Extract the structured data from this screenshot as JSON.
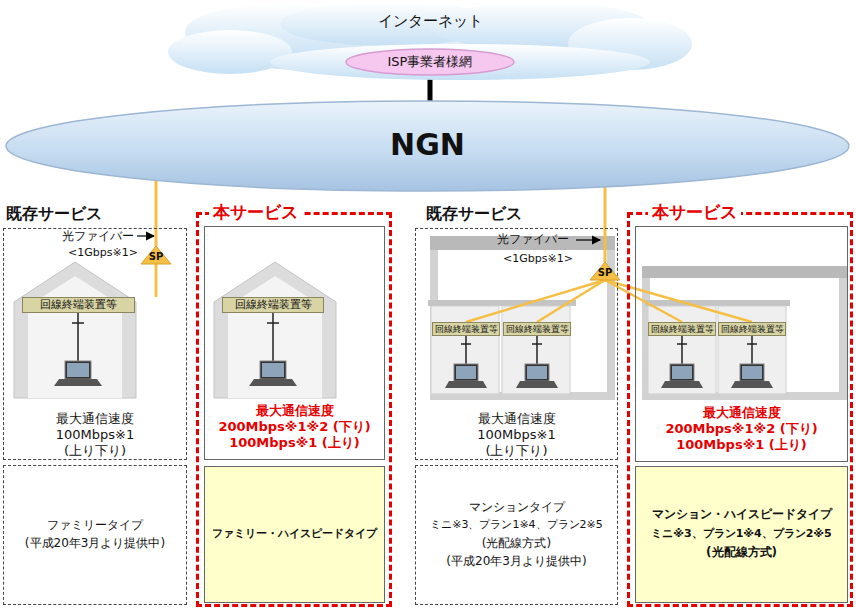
{
  "diagram": {
    "nodes": [
      {
        "text": [
          "インターネット"
        ]
      },
      {
        "text": [
          "ISP事業者様網"
        ],
        "in": 0
      },
      {
        "text": [
          "NGN"
        ]
      },
      {
        "text": [
          "既存サービス",
          "最大通信速度",
          "100Mbps※1",
          "(上り下り)"
        ]
      },
      {
        "text": [
          "回線終端装置等"
        ],
        "in": 3
      },
      {
        "text": [
          "ファミリータイプ",
          "(平成20年3月より提供中)"
        ]
      },
      {
        "text": [
          "本サービス"
        ]
      },
      {
        "text": [
          "最大通信速度",
          "200Mbps※1※2 (下り)",
          "100Mbps※1 (上り)"
        ],
        "in": 6
      },
      {
        "text": [
          "回線終端装置等"
        ],
        "in": 7
      },
      {
        "text": [
          "ファミリー・ハイスピードタイプ"
        ],
        "in": 6
      },
      {
        "text": [
          "SP"
        ]
      },
      {
        "text": [
          "既存サービス",
          "最大通信速度",
          "100Mbps※1",
          "(上り下り)"
        ]
      },
      {
        "text": [
          "回線終端装置等"
        ],
        "in": 11
      },
      {
        "text": [
          "回線終端装置等"
        ],
        "in": 11
      },
      {
        "text": [
          "マンションタイプ",
          "ミニ※3、プラン1※4、プラン2※5",
          "(光配線方式)",
          "(平成20年3月より提供中)"
        ]
      },
      {
        "text": [
          "本サービス"
        ]
      },
      {
        "text": [
          "最大通信速度",
          "200Mbps※1※2 (下り)",
          "100Mbps※1 (上り)"
        ],
        "in": 15
      },
      {
        "text": [
          "回線終端装置等"
        ],
        "in": 16
      },
      {
        "text": [
          "回線終端装置等"
        ],
        "in": 16
      },
      {
        "text": [
          "マンション・ハイスピードタイプ",
          "ミニ※3、プラン1※4、プラン2※5",
          "(光配線方式)"
        ],
        "in": 15
      },
      {
        "text": [
          "SP"
        ]
      }
    ],
    "edges": [
      {
        "from": 1,
        "to": 2,
        "arrow": "none"
      },
      {
        "from": 2,
        "to": 10,
        "arrow": "none"
      },
      {
        "from": 2,
        "to": 20,
        "arrow": "none"
      },
      {
        "from": 10,
        "to": 4,
        "arrow": "none"
      },
      {
        "from": 10,
        "to": 8,
        "arrow": "none"
      },
      {
        "from": 20,
        "to": 12,
        "arrow": "none"
      },
      {
        "from": 20,
        "to": 13,
        "arrow": "none"
      },
      {
        "from": 20,
        "to": 17,
        "arrow": "none"
      },
      {
        "from": 20,
        "to": 18,
        "arrow": "none"
      }
    ],
    "labels": [
      "光ファイバー",
      "<1Gbps※1>",
      "光ファイバー",
      "<1Gbps※1>"
    ]
  }
}
